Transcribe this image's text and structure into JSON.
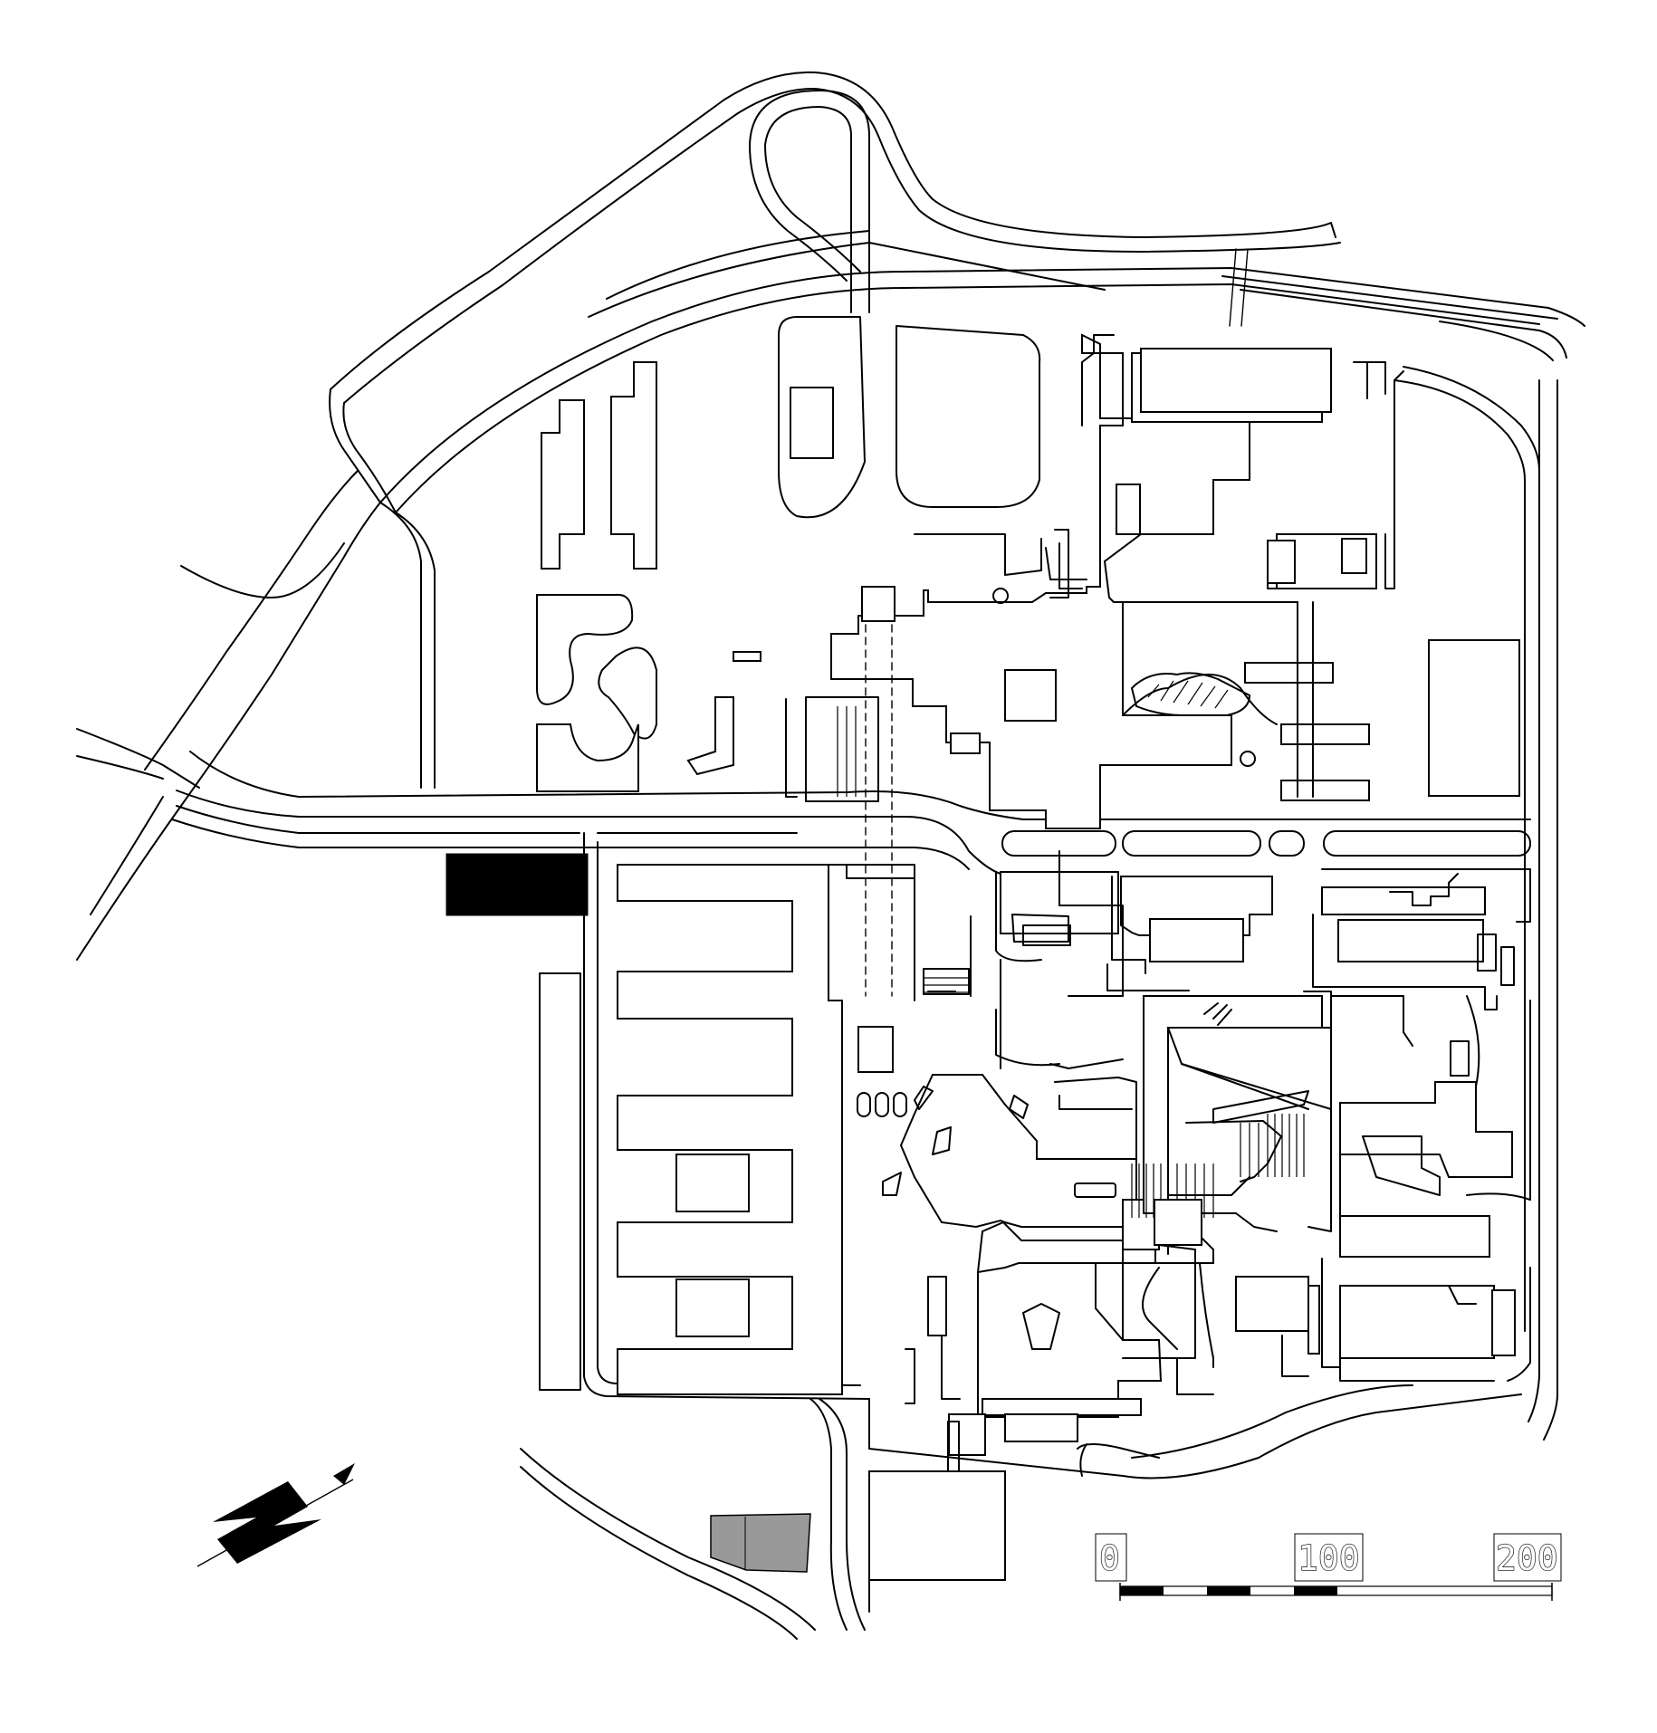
{
  "map": {
    "scale_bar": {
      "labels": [
        "0",
        "100",
        "200"
      ]
    },
    "north_arrow": {
      "letter": "N",
      "icon": "north-arrow-icon"
    },
    "highlights": {
      "black_building": "#000000",
      "gray_building": "#999999"
    }
  }
}
